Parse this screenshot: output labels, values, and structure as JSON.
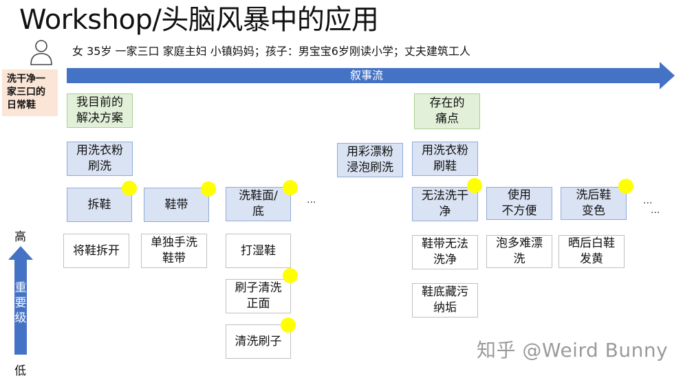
{
  "title": "Workshop/头脑风暴中的应用",
  "persona": "女 35岁 一家三口 家庭主妇 小镇妈妈；孩子：男宝宝6岁刚读小学；丈夫建筑工人",
  "context_label": "洗干净一\n家三口的\n日常鞋",
  "flow_label": "叙事流",
  "axis": {
    "high": "高",
    "label": "重\n要\n级",
    "low": "低"
  },
  "colors": {
    "arrow": "#4472c4",
    "green_card": "#e2f0d9",
    "blue_card": "#dae3f3",
    "dot": "#ffff00",
    "context": "#fbe5d6"
  },
  "cards": {
    "solutions_header": "我目前的\n解决方案",
    "pain_header": "存在的\n痛点",
    "laundry_powder_brush": "用洗衣粉\n刷洗",
    "bleach_soak": "用彩漂粉\n浸泡刷洗",
    "laundry_powder_shoes": "用洗衣粉\n刷鞋",
    "remove_laces": "拆鞋",
    "laces": "鞋带",
    "upper_sole": "洗鞋面/\n底",
    "not_clean": "无法洗干\n净",
    "inconvenient": "使用\n不方便",
    "discolor": "洗后鞋\n变色",
    "take_apart": "将鞋拆开",
    "wash_laces": "单独手洗\n鞋带",
    "wet_shoes": "打湿鞋",
    "laces_dirty": "鞋带无法\n洗净",
    "many_rinses": "泡多难漂\n洗",
    "yellowing": "晒后白鞋\n发黄",
    "brush_front": "刷子清洗\n正面",
    "sole_dirt": "鞋底藏污\n纳垢",
    "clean_brush": "清洗刷子"
  },
  "ellipsis": "...",
  "watermark": "知乎 @Weird Bunny"
}
